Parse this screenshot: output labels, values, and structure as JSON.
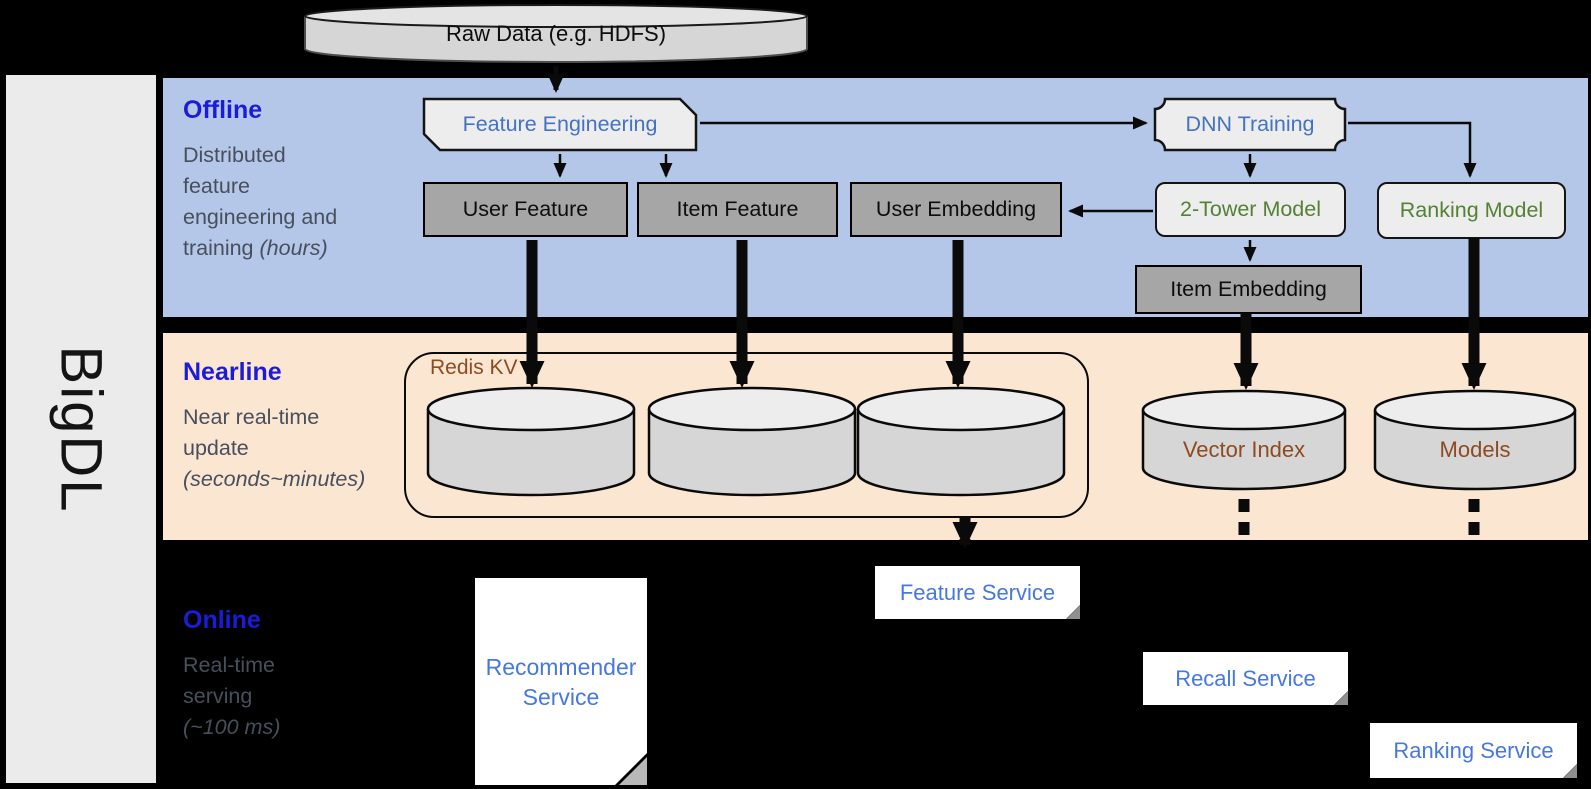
{
  "colors": {
    "section-title": "#1b1bd8",
    "section-desc": "#474f5c",
    "box-blue": "#4472c4",
    "service-blue": "#4678e0",
    "model-green": "#538135",
    "store-brown": "#8f4a20",
    "band-offline": "#b5c7e8",
    "band-nearline": "#fbe6d2",
    "gray-node": "#a6a6a6",
    "light-node": "#ededed",
    "strip-bg": "#ebebeb",
    "cylinder-body": "#d6d6d6",
    "cylinder-top": "#ededed"
  },
  "brand": {
    "label": "BigDL"
  },
  "source_node": {
    "label": "Raw Data (e.g. HDFS)"
  },
  "sections": {
    "offline": {
      "title": "Offline",
      "desc_l1": "Distributed",
      "desc_l2": "feature",
      "desc_l3": "engineering and",
      "desc_l4": "training",
      "desc_note": "(hours)"
    },
    "nearline": {
      "title": "Nearline",
      "desc_l1": "Near real-time",
      "desc_l2": "update",
      "desc_note": "(seconds~minutes)"
    },
    "online": {
      "title": "Online",
      "desc_l1": "Real-time",
      "desc_l2": "serving",
      "desc_note": "(~100 ms)"
    }
  },
  "offline_nodes": {
    "feature_engineering": "Feature Engineering",
    "dnn_training": "DNN Training",
    "user_feature": "User Feature",
    "item_feature": "Item Feature",
    "user_embedding": "User Embedding",
    "two_tower_model": "2-Tower Model",
    "ranking_model": "Ranking Model",
    "item_embedding": "Item Embedding"
  },
  "nearline_nodes": {
    "redis_kv": "Redis KV",
    "vector_index": "Vector Index",
    "models": "Models"
  },
  "online_nodes": {
    "recommender_service": "Recommender Service",
    "feature_service": "Feature Service",
    "recall_service": "Recall Service",
    "ranking_service": "Ranking Service"
  }
}
